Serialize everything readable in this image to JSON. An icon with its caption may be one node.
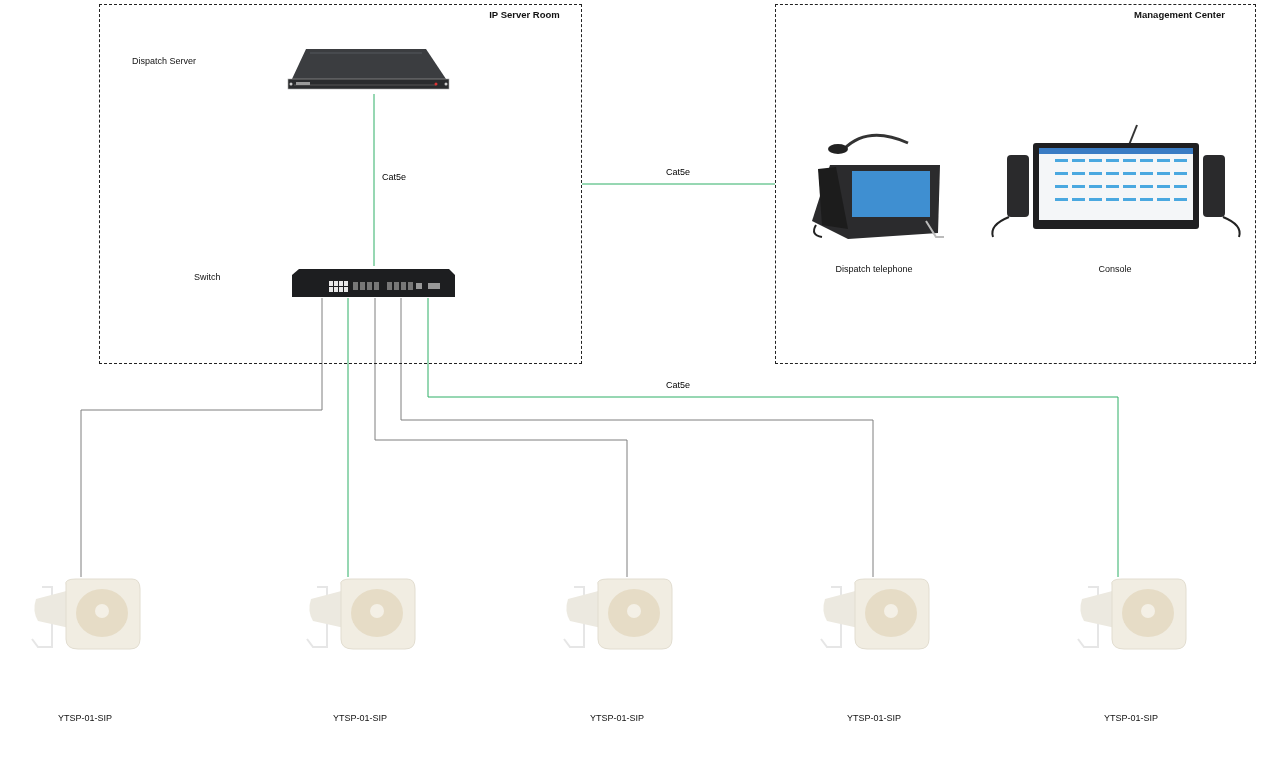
{
  "diagram": {
    "nodes": [
      {
        "text": [
          "IP Server Room"
        ]
      },
      {
        "text": [],
        "shape": "picture",
        "in": 0
      },
      {
        "text": [],
        "shape": "picture",
        "in": 0
      },
      {
        "text": [
          "Management Center"
        ]
      },
      {
        "text": [],
        "shape": "picture",
        "in": 3
      },
      {
        "text": [],
        "shape": "picture",
        "in": 3
      },
      {
        "text": [],
        "shape": "picture"
      },
      {
        "text": [],
        "shape": "picture"
      },
      {
        "text": [],
        "shape": "picture"
      },
      {
        "text": [],
        "shape": "picture"
      },
      {
        "text": [],
        "shape": "picture"
      }
    ],
    "edges": [
      {
        "from": 1,
        "to": 2,
        "arrow": "none",
        "label": "Cat5e"
      },
      {
        "from": 0,
        "to": 3,
        "arrow": "none",
        "label": "Cat5e"
      },
      {
        "from": 2,
        "to": 6,
        "arrow": "none",
        "color": "#7f7f7f"
      },
      {
        "from": 2,
        "to": 7,
        "arrow": "none"
      },
      {
        "from": 2,
        "to": 8,
        "arrow": "none",
        "color": "#7f7f7f"
      },
      {
        "from": 2,
        "to": 9,
        "arrow": "none",
        "color": "#7f7f7f"
      },
      {
        "from": 2,
        "to": 10,
        "arrow": "none",
        "label": "Cat5e"
      }
    ],
    "labels": [
      "Dispatch Server",
      "Switch",
      "Dispatch telephone",
      "Console",
      "YTSP-01-SIP",
      "YTSP-01-SIP",
      "YTSP-01-SIP",
      "YTSP-01-SIP",
      "YTSP-01-SIP"
    ]
  }
}
